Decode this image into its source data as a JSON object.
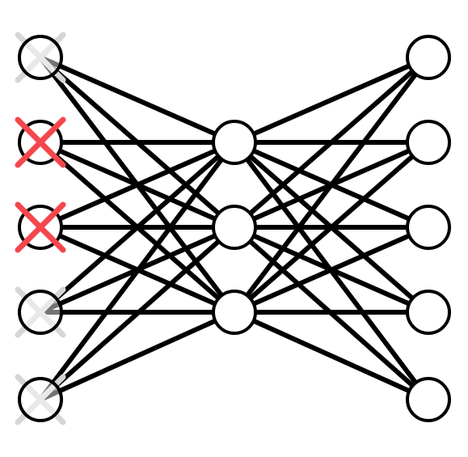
{
  "network": {
    "layers": [
      {
        "id": "input",
        "count": 5
      },
      {
        "id": "hidden",
        "count": 3
      },
      {
        "id": "output",
        "count": 5
      }
    ],
    "input_marks": [
      "faded",
      "red",
      "red",
      "faded",
      "faded"
    ],
    "colors": {
      "edge": "#000000",
      "node_stroke": "#000000",
      "node_fill": "#ffffff",
      "red_cross": "#f4474d",
      "faded_cross": "#d6d6d6"
    }
  }
}
